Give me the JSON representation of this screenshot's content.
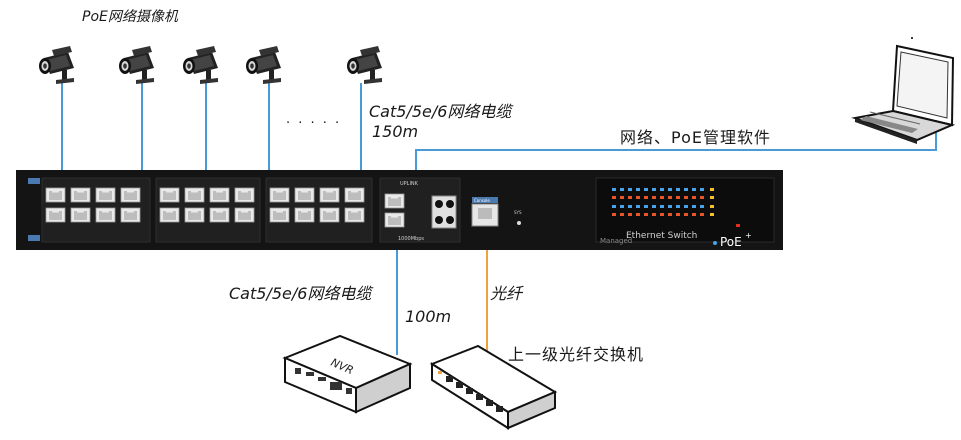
{
  "labels": {
    "cameras": "PoE网络摄像机",
    "ellipsis": "· · · · ·",
    "cable_top": "Cat5/5e/6网络电缆",
    "length_top": "150m",
    "software": "网络、PoE管理软件",
    "cable_bottom": "Cat5/5e/6网络电缆",
    "length_bottom": "100m",
    "fiber": "光纤",
    "uplink_switch": "上一级光纤交换机"
  },
  "switch": {
    "uplink": "UPLINK",
    "speed": "1000Mbps",
    "console": "Console",
    "sys": "SYS",
    "title": "Ethernet Switch",
    "brand": "PoE",
    "managed": "Managed"
  },
  "nvr": {
    "label": "NVR"
  },
  "colors": {
    "poe_cable": "#4a9ad8",
    "fiber": "#f0a040",
    "switch_body": "#141414",
    "port_frame": "#e8e8e8"
  },
  "icons": [
    "camera-icon",
    "laptop-icon",
    "nvr-icon",
    "switch-icon"
  ]
}
